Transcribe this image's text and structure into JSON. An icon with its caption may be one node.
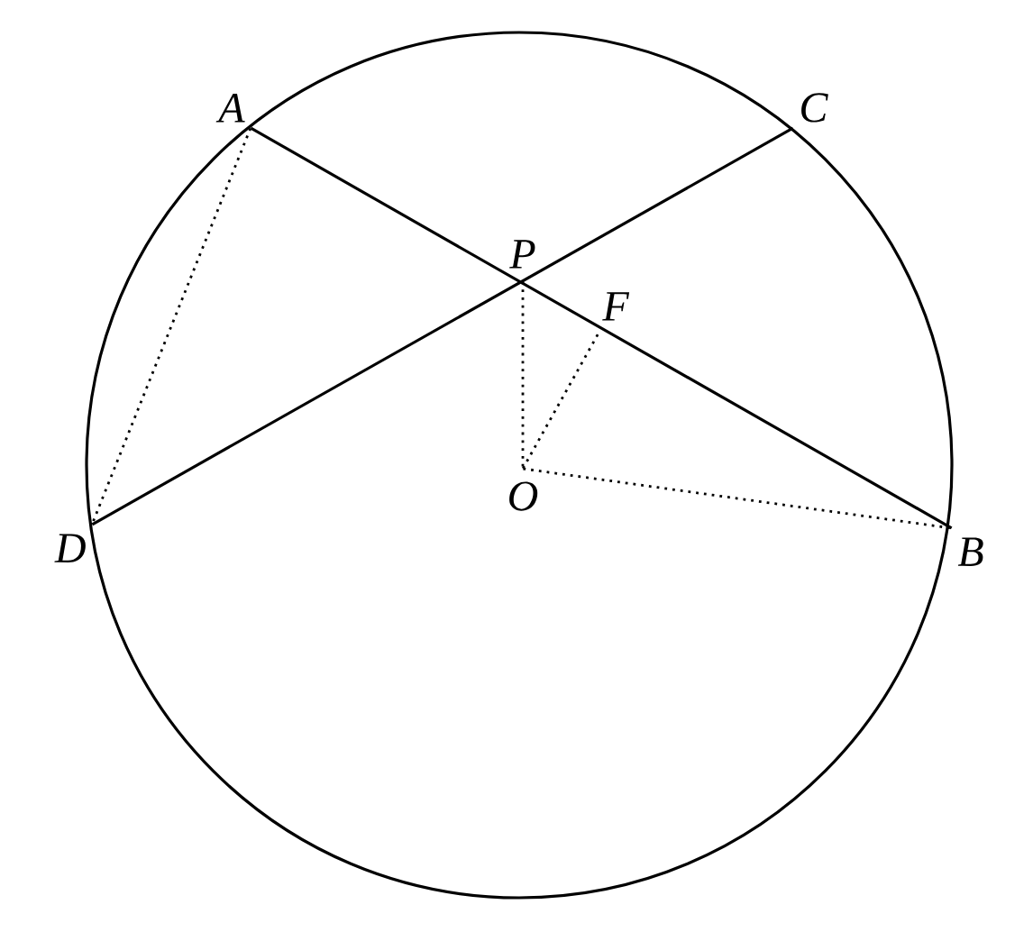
{
  "diagram": {
    "nodes": [
      {
        "text": [
          "A"
        ]
      },
      {
        "text": [
          "C"
        ]
      },
      {
        "text": [
          "P"
        ]
      },
      {
        "text": [
          "F"
        ]
      },
      {
        "text": [
          "D"
        ]
      },
      {
        "text": [
          "O"
        ]
      },
      {
        "text": [
          "B"
        ]
      }
    ],
    "edges": [
      {
        "from": 0,
        "to": 6,
        "arrow": "none"
      },
      {
        "from": 1,
        "to": 4,
        "arrow": "none"
      },
      {
        "from": 0,
        "to": 4,
        "arrow": "none",
        "style": "dashed"
      },
      {
        "from": 2,
        "to": 5,
        "arrow": "none",
        "style": "dashed"
      },
      {
        "from": 5,
        "to": 3,
        "arrow": "none",
        "style": "dashed"
      },
      {
        "from": 5,
        "to": 6,
        "arrow": "none",
        "style": "dashed"
      }
    ]
  }
}
